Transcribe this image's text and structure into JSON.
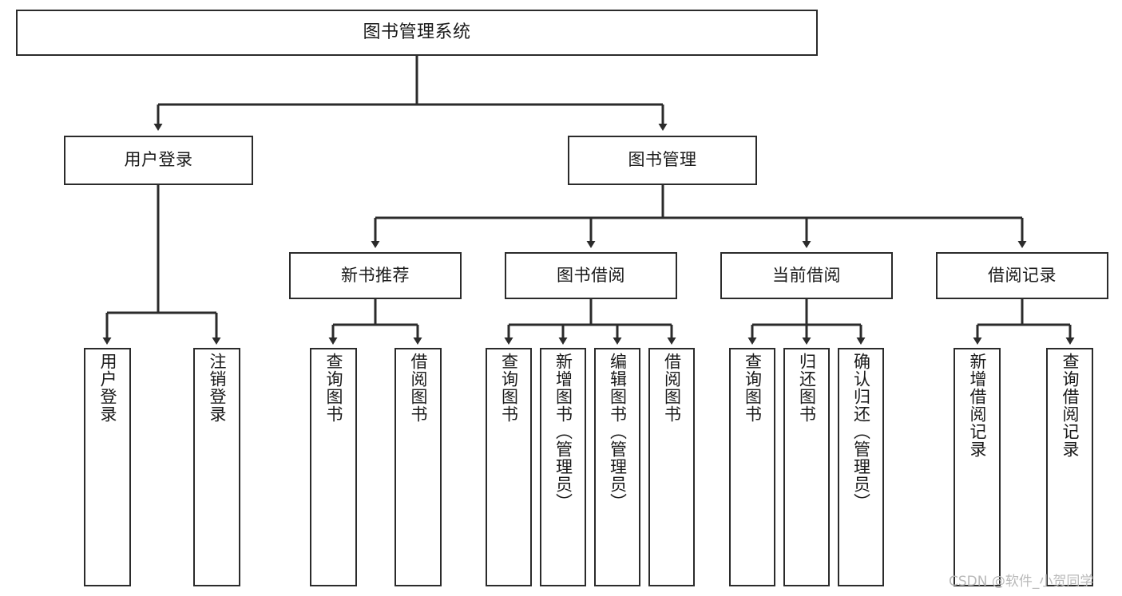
{
  "diagram": {
    "type": "tree",
    "title": "图书管理系统",
    "orientation": "top-down",
    "edge_color": "#2b2b2b",
    "node_border_color": "#2b2b2b",
    "node_fill_color": "#ffffff",
    "text_color": "#1a1a1a"
  },
  "nodes": {
    "root": {
      "label": "图书管理系统",
      "level": 1
    },
    "l2": [
      {
        "id": "user_login",
        "label": "用户登录",
        "level": 2
      },
      {
        "id": "book_manage",
        "label": "图书管理",
        "level": 2
      }
    ],
    "l3": [
      {
        "id": "new_book_rec",
        "label": "新书推荐",
        "level": 3,
        "parent": "book_manage"
      },
      {
        "id": "book_borrow",
        "label": "图书借阅",
        "level": 3,
        "parent": "book_manage"
      },
      {
        "id": "current_borrow",
        "label": "当前借阅",
        "level": 3,
        "parent": "book_manage"
      },
      {
        "id": "borrow_record",
        "label": "借阅记录",
        "level": 3,
        "parent": "book_manage"
      }
    ],
    "leaves": [
      {
        "id": "leaf_user_login",
        "label": "用户登录",
        "parent": "user_login"
      },
      {
        "id": "leaf_logout",
        "label": "注销登录",
        "parent": "user_login"
      },
      {
        "id": "leaf_query_book_1",
        "label": "查询图书",
        "parent": "new_book_rec"
      },
      {
        "id": "leaf_borrow_book_1",
        "label": "借阅图书",
        "parent": "new_book_rec"
      },
      {
        "id": "leaf_query_book_2",
        "label": "查询图书",
        "parent": "book_borrow"
      },
      {
        "id": "leaf_add_book",
        "label": "新增图书（管理员）",
        "parent": "book_borrow"
      },
      {
        "id": "leaf_edit_book",
        "label": "编辑图书（管理员）",
        "parent": "book_borrow"
      },
      {
        "id": "leaf_borrow_book_2",
        "label": "借阅图书",
        "parent": "book_borrow"
      },
      {
        "id": "leaf_query_book_3",
        "label": "查询图书",
        "parent": "current_borrow"
      },
      {
        "id": "leaf_return_book",
        "label": "归还图书",
        "parent": "current_borrow"
      },
      {
        "id": "leaf_confirm_return",
        "label": "确认归还（管理员）",
        "parent": "current_borrow"
      },
      {
        "id": "leaf_add_record",
        "label": "新增借阅记录",
        "parent": "borrow_record"
      },
      {
        "id": "leaf_query_record",
        "label": "查询借阅记录",
        "parent": "borrow_record"
      }
    ]
  },
  "watermark": {
    "text": "CSDN @软件_小贺同学"
  }
}
